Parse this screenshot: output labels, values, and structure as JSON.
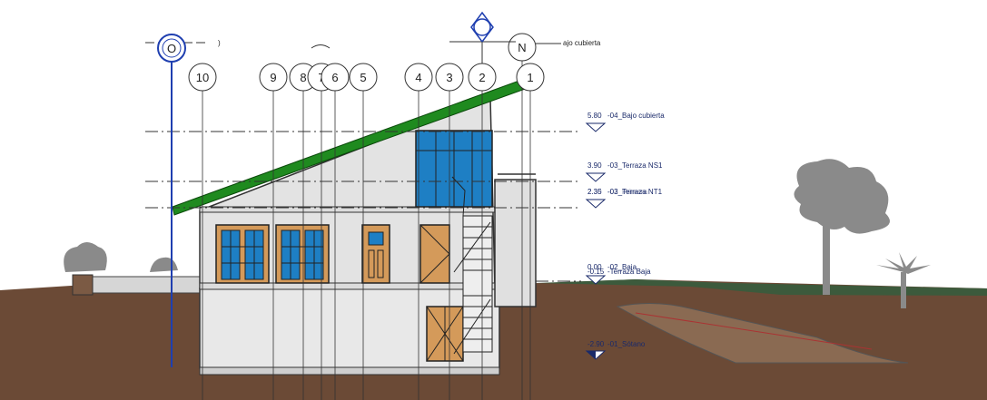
{
  "grids": [
    {
      "label": "10"
    },
    {
      "label": "9"
    },
    {
      "label": "8"
    },
    {
      "label": "7"
    },
    {
      "label": "6"
    },
    {
      "label": "5"
    },
    {
      "label": "4"
    },
    {
      "label": "3"
    },
    {
      "label": "2"
    },
    {
      "label": "1"
    }
  ],
  "levels": [
    {
      "elev": "5.80",
      "name": "-04_Bajo cubierta"
    },
    {
      "elev": "3.90",
      "name": "-03_Terraza NS1"
    },
    {
      "elev": "2.35",
      "name": "-03_Terraza NT1"
    },
    {
      "elev": "2.30",
      "name": "-02_Primera"
    },
    {
      "elev": "0.00",
      "name": "-02_Baja"
    },
    {
      "elev": "-0.15",
      "name": "-Terraza Baja"
    },
    {
      "elev": "-2.90",
      "name": "-01_Sótano"
    }
  ],
  "top_label": "ajo cubierta",
  "section_marker_left": "O",
  "north_marker": "N",
  "colors": {
    "ground": "#6b4a36",
    "grass": "#3c5a3c",
    "roof": "#1f8a1f",
    "glass": "#1e7fc4",
    "wood": "#d49a5a",
    "wall": "#e3e3e3",
    "tree": "#8a8a8a",
    "marker": "#1f3fb0"
  }
}
